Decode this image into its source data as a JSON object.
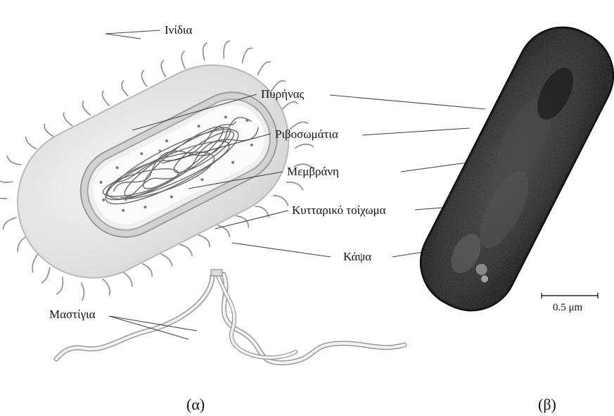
{
  "labels": {
    "inidia": "Ινίδια",
    "pyrinas": "Πυρήνας",
    "rivosomatia": "Ριβοσωμάτια",
    "membrani": "Μεμβράνη",
    "kyttariko": "Κυτταρικό τοίχωμα",
    "kapsa": "Κάψα",
    "mastigia": "Μαστίγια"
  },
  "captions": {
    "a": "(α)",
    "b": "(β)"
  },
  "scale_bar": {
    "label": "0.5 μm"
  }
}
